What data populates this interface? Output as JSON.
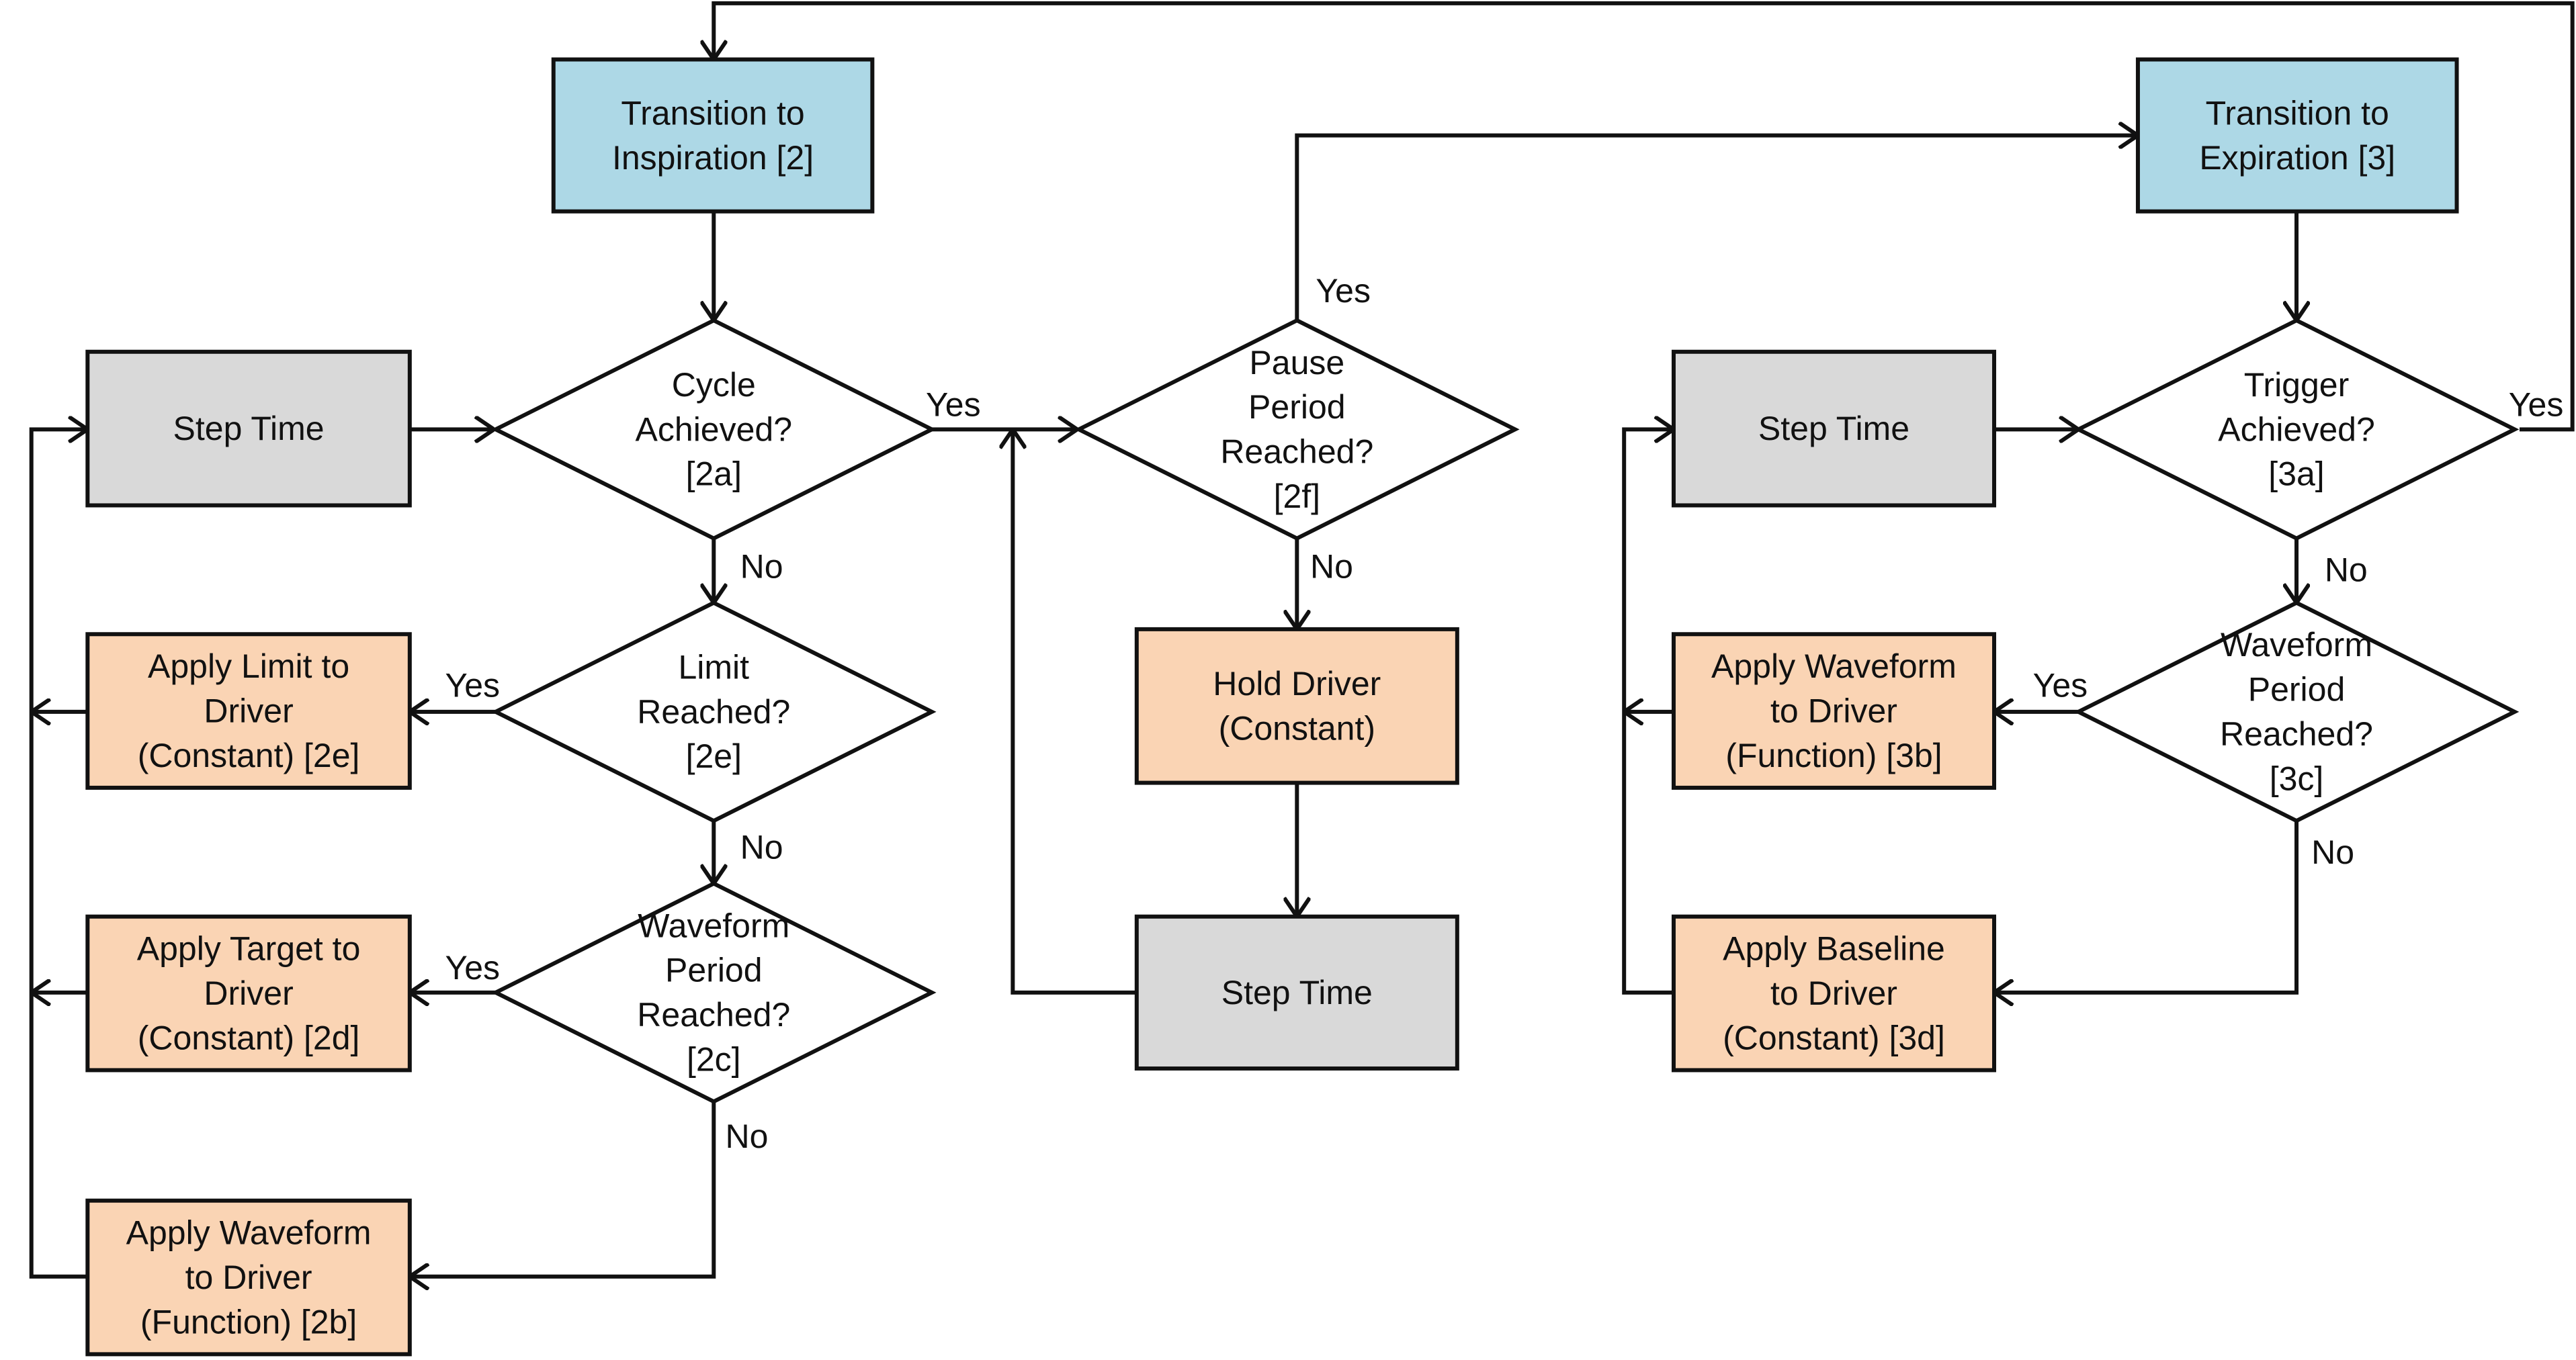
{
  "colors": {
    "transition": "#ADD8E6",
    "action": "#FAD4B4",
    "step": "#D9D9D9",
    "decision": "#FFFFFF",
    "line": "#111111"
  },
  "nodes": {
    "transition_inspiration": {
      "lines": [
        "Transition to",
        "Inspiration [2]"
      ]
    },
    "transition_expiration": {
      "lines": [
        "Transition to",
        "Expiration [3]"
      ]
    },
    "step_time_left": {
      "lines": [
        "Step Time"
      ]
    },
    "step_time_middle": {
      "lines": [
        "Step Time"
      ]
    },
    "step_time_right": {
      "lines": [
        "Step Time"
      ]
    },
    "cycle_achieved": {
      "lines": [
        "Cycle",
        "Achieved?",
        "[2a]"
      ]
    },
    "limit_reached": {
      "lines": [
        "Limit",
        "Reached?",
        "[2e]"
      ]
    },
    "waveform_period_2c": {
      "lines": [
        "Waveform",
        "Period",
        "Reached?",
        "[2c]"
      ]
    },
    "pause_period": {
      "lines": [
        "Pause",
        "Period",
        "Reached?",
        "[2f]"
      ]
    },
    "trigger_achieved": {
      "lines": [
        "Trigger",
        "Achieved?",
        "[3a]"
      ]
    },
    "waveform_period_3c": {
      "lines": [
        "Waveform",
        "Period",
        "Reached?",
        "[3c]"
      ]
    },
    "apply_limit": {
      "lines": [
        "Apply Limit to",
        "Driver",
        "(Constant) [2e]"
      ]
    },
    "apply_target": {
      "lines": [
        "Apply Target to",
        "Driver",
        "(Constant) [2d]"
      ]
    },
    "apply_waveform_2b": {
      "lines": [
        "Apply Waveform",
        "to Driver",
        "(Function) [2b]"
      ]
    },
    "hold_driver": {
      "lines": [
        "Hold Driver",
        "(Constant)"
      ]
    },
    "apply_waveform_3b": {
      "lines": [
        "Apply Waveform",
        "to Driver",
        "(Function) [3b]"
      ]
    },
    "apply_baseline": {
      "lines": [
        "Apply Baseline",
        "to Driver",
        "(Constant) [3d]"
      ]
    }
  },
  "edge_labels": {
    "cycle_yes": "Yes",
    "cycle_no": "No",
    "limit_yes": "Yes",
    "limit_no": "No",
    "wave2c_yes": "Yes",
    "wave2c_no": "No",
    "pause_yes": "Yes",
    "pause_no": "No",
    "trigger_yes": "Yes",
    "trigger_no": "No",
    "wave3c_yes": "Yes",
    "wave3c_no": "No"
  }
}
